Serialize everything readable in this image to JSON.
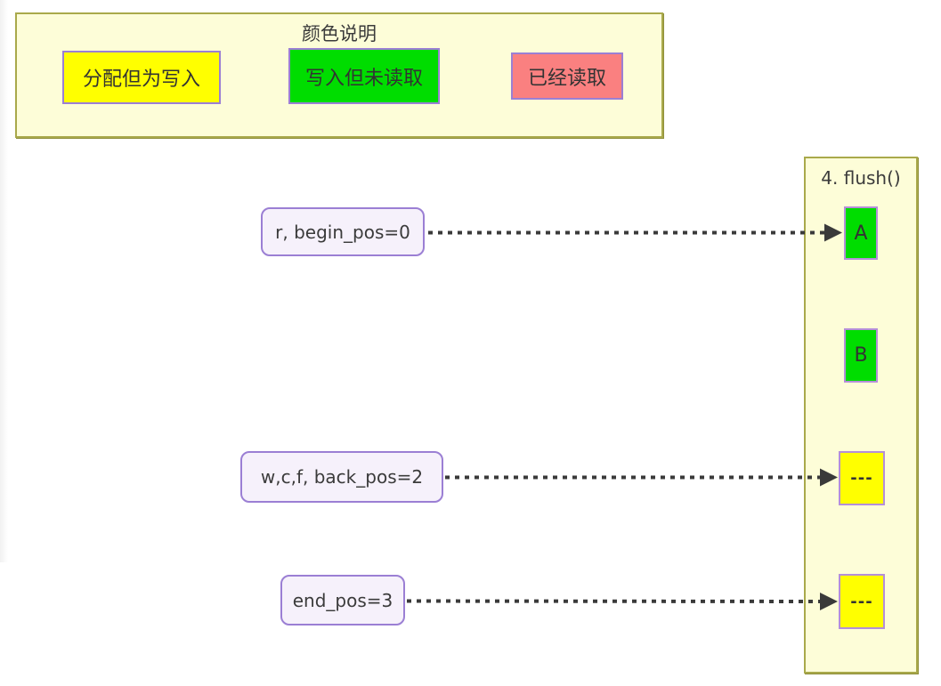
{
  "legend": {
    "title": "颜色说明",
    "items": [
      {
        "label": "分配但为写入",
        "color": "#ffff00"
      },
      {
        "label": "写入但未读取",
        "color": "#00dd00"
      },
      {
        "label": "已经读取",
        "color": "#fa8080"
      }
    ]
  },
  "panel": {
    "title": "4. flush()",
    "cells": [
      {
        "label": "A",
        "state_color": "#00dd00"
      },
      {
        "label": "B",
        "state_color": "#00dd00"
      },
      {
        "label": "---",
        "state_color": "#ffff00"
      },
      {
        "label": "---",
        "state_color": "#ffff00"
      }
    ]
  },
  "pointers": [
    {
      "label": "r, begin_pos=0"
    },
    {
      "label": "w,c,f, back_pos=2"
    },
    {
      "label": "end_pos=3"
    }
  ],
  "colors": {
    "panel_bg": "#fdfdd8",
    "panel_border": "#a9a94b",
    "swatch_border": "#9b7fd4",
    "cell_border": "#b48fd9",
    "pill_bg": "#f6f1fb",
    "pill_border": "#9b7fd4",
    "text": "#3b3b3b",
    "arrow": "#3a3a3a"
  }
}
